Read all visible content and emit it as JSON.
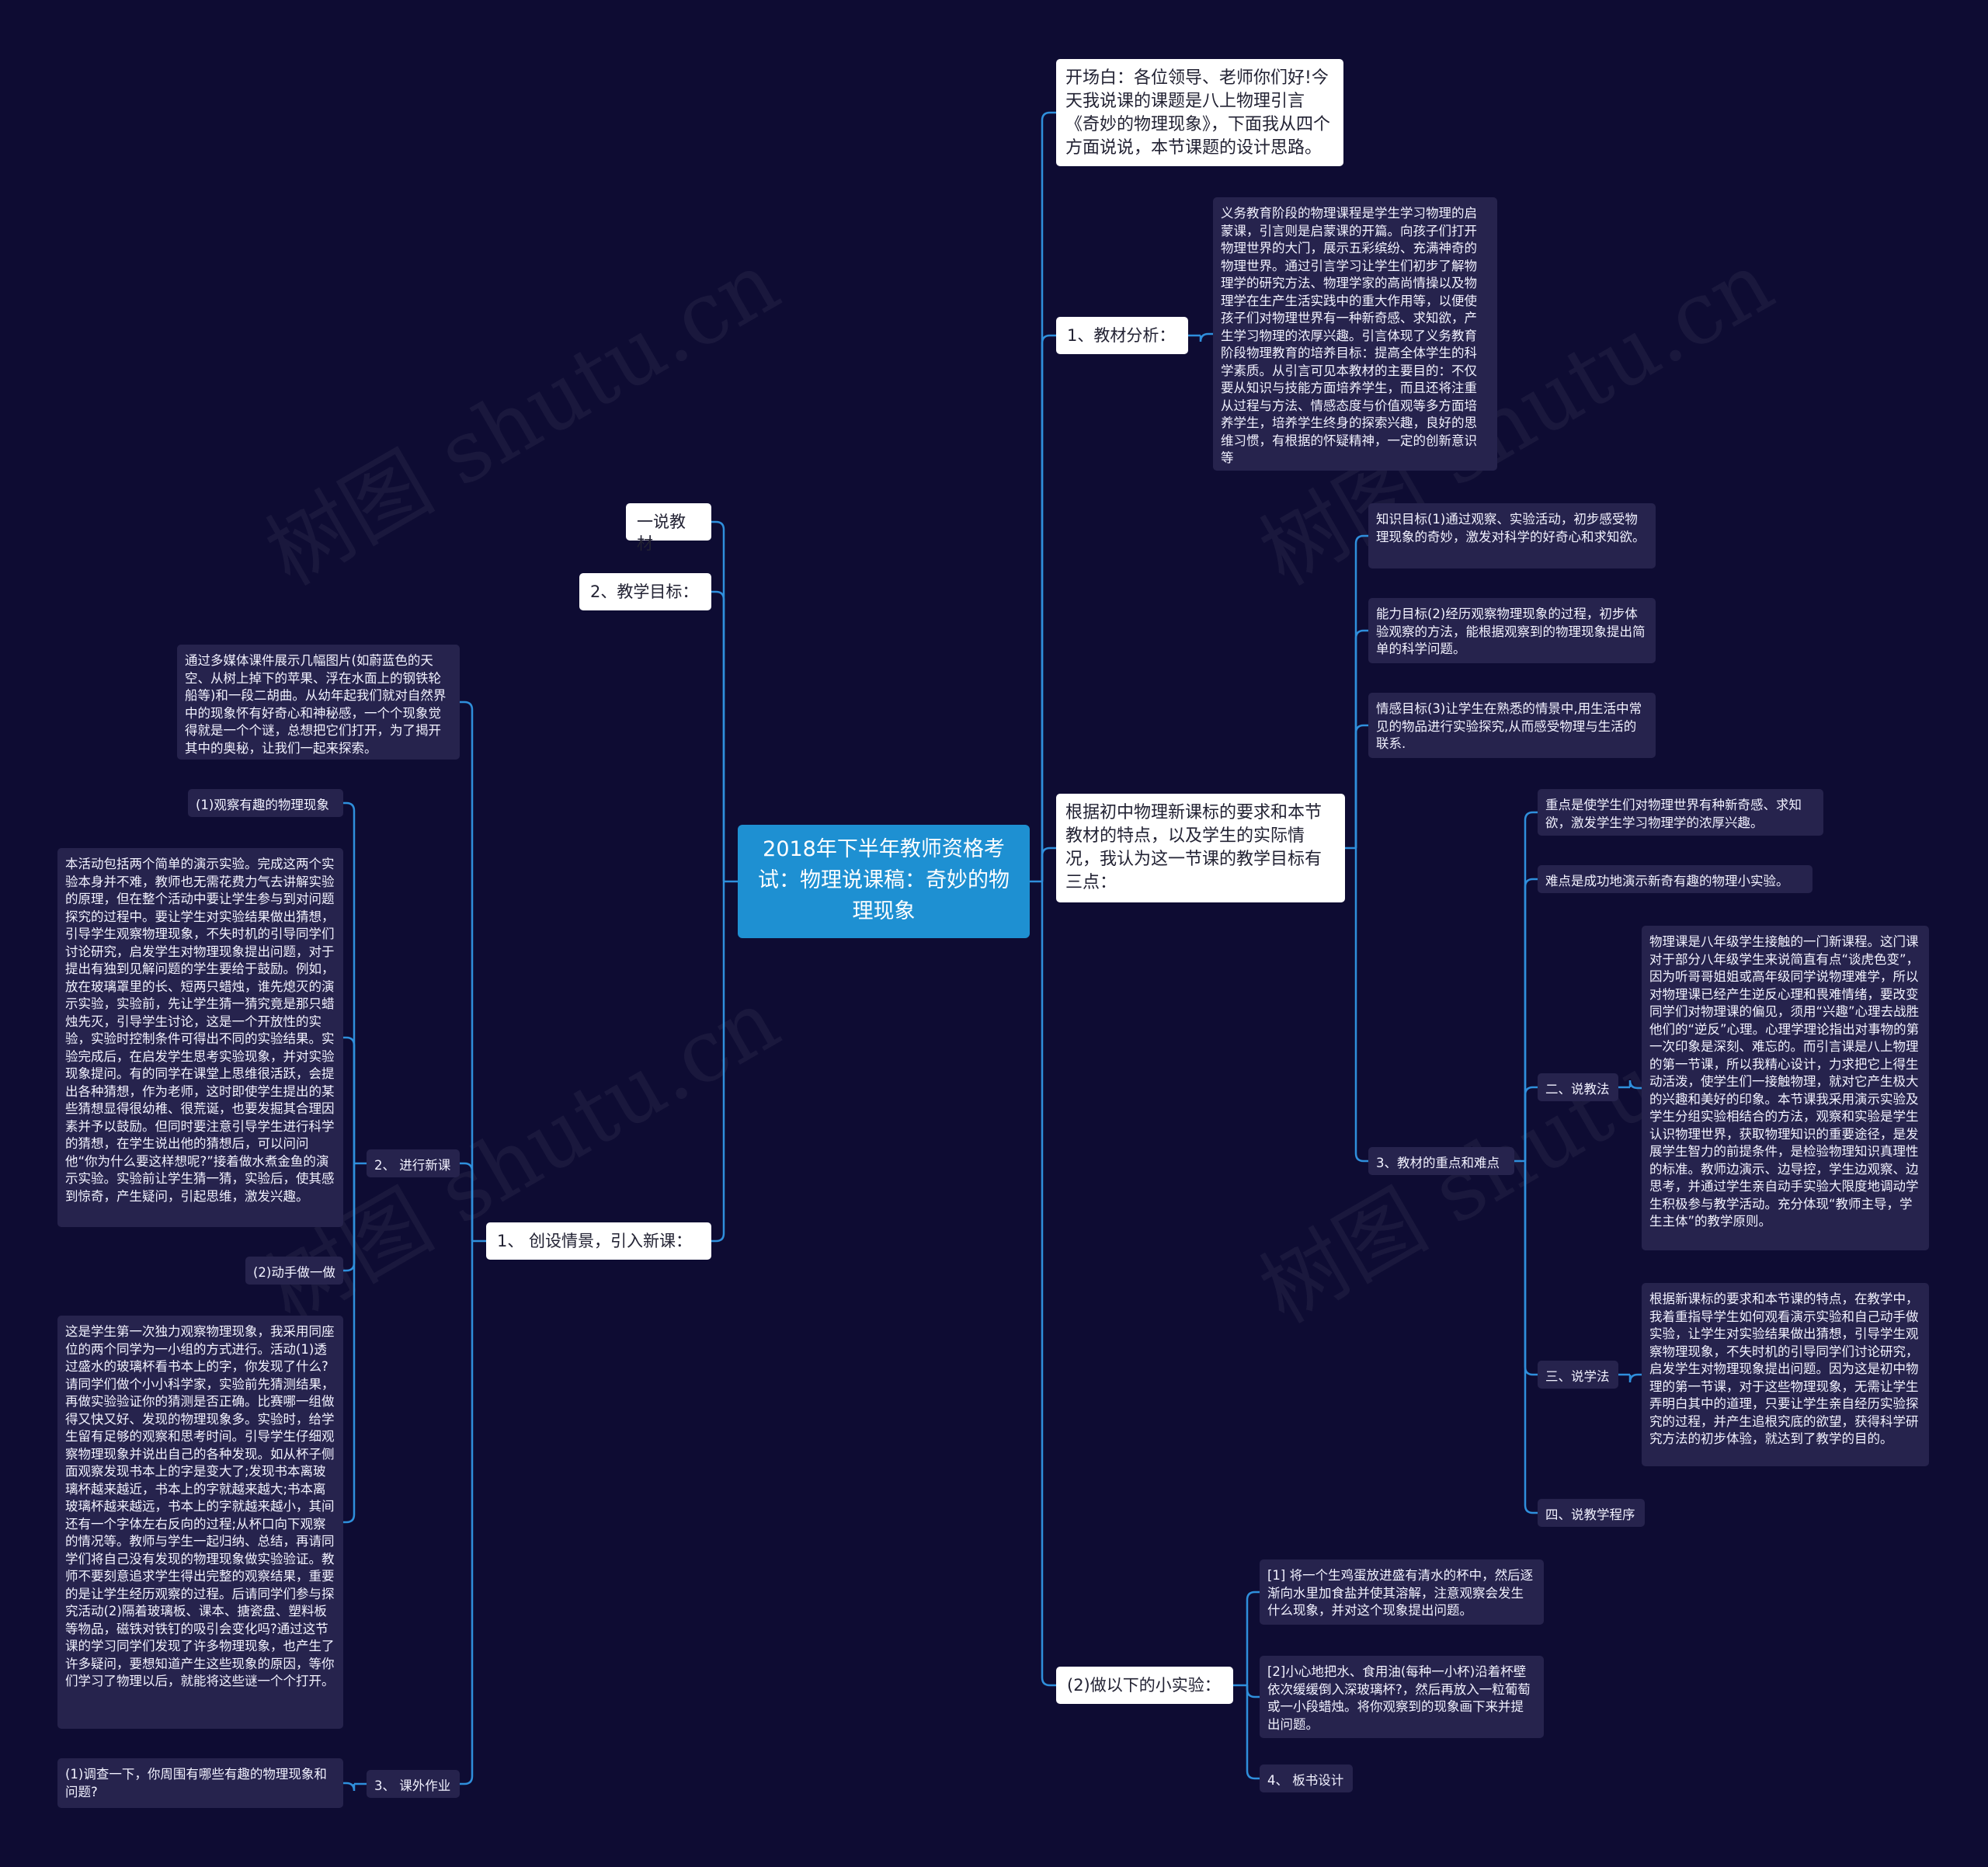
{
  "watermark": "树图 shutu.cn",
  "root": {
    "title": "2018年下半年教师资格考试：物理说课稿：奇妙的物理现象"
  },
  "right": {
    "opening": "开场白：各位领导、老师你们好!今天我说课的课题是八上物理引言《奇妙的物理现象》，下面我从四个方面说说，本节课题的设计思路。",
    "material_analysis": {
      "label": "1、教材分析：",
      "detail": "义务教育阶段的物理课程是学生学习物理的启蒙课，引言则是启蒙课的开篇。向孩子们打开物理世界的大门，展示五彩缤纷、充满神奇的物理世界。通过引言学习让学生们初步了解物理学的研究方法、物理学家的高尚情操以及物理学在生产生活实践中的重大作用等，以便使孩子们对物理世界有一种新奇感、求知欲，产生学习物理的浓厚兴趣。引言体现了义务教育阶段物理教育的培养目标：提高全体学生的科学素质。从引言可见本教材的主要目的：不仅要从知识与技能方面培养学生，而且还将注重从过程与方法、情感态度与价值观等多方面培养学生，培养学生终身的探索兴趣，良好的思维习惯，有根据的怀疑精神，一定的创新意识等"
    },
    "objectives": {
      "label": "根据初中物理新课标的要求和本节教材的特点，以及学生的实际情况，我认为这一节课的教学目标有三点：",
      "items": [
        "知识目标(1)通过观察、实验活动，初步感受物理现象的奇妙，激发对科学的好奇心和求知欲。",
        "能力目标(2)经历观察物理现象的过程，初步体验观察的方法，能根据观察到的物理现象提出简单的科学问题。",
        "情感目标(3)让学生在熟悉的情景中,用生活中常见的物品进行实验探究,从而感受物理与生活的联系."
      ],
      "key_points": {
        "label": "3、教材的重点和难点",
        "important": "重点是使学生们对物理世界有种新奇感、求知欲，激发学生学习物理学的浓厚兴趣。",
        "difficult": "难点是成功地演示新奇有趣的物理小实验。",
        "method_label": "二、说教法",
        "method_detail": "物理课是八年级学生接触的一门新课程。这门课对于部分八年级学生来说简直有点“谈虎色变”，因为听哥哥姐姐或高年级同学说物理难学，所以对物理课已经产生逆反心理和畏难情绪，要改变同学们对物理课的偏见，须用“兴趣”心理去战胜他们的“逆反”心理。心理学理论指出对事物的第一次印象是深刻、难忘的。而引言课是八上物理的第一节课，所以我精心设计，力求把它上得生动活泼，使学生们一接触物理，就对它产生极大的兴趣和美好的印象。本节课我采用演示实验及学生分组实验相结合的方法，观察和实验是学生认识物理世界，获取物理知识的重要途径，是发展学生智力的前提条件，是检验物理知识真理性的标准。教师边演示、边导控，学生边观察、边思考，并通过学生亲自动手实验大限度地调动学生积极参与教学活动。充分体现“教师主导，学生主体”的教学原则。",
        "study_label": "三、说学法",
        "study_detail": "根据新课标的要求和本节课的特点，在教学中，我着重指导学生如何观看演示实验和自己动手做实验，让学生对实验结果做出猜想，引导学生观察物理现象，不失时机的引导同学们讨论研究，启发学生对物理现象提出问题。因为这是初中物理的第一节课，对于这些物理现象，无需让学生弄明白其中的道理，只要让学生亲自经历实验探究的过程，并产生追根究底的欲望，获得科学研究方法的初步体验，就达到了教学的目的。",
        "procedure_label": "四、说教学程序"
      }
    },
    "experiments": {
      "label": "(2)做以下的小实验：",
      "items": [
        "[1] 将一个生鸡蛋放进盛有清水的杯中，然后逐渐向水里加食盐并使其溶解，注意观察会发生什么现象，并对这个现象提出问题。",
        "[2]小心地把水、食用油(每种一小杯)沿着杯壁依次缓缓倒入深玻璃杯?，然后再放入一粒葡萄或一小段蜡烛。将你观察到的现象画下来并提出问题。",
        "4、 板书设计"
      ]
    }
  },
  "left": {
    "material": "一说教材",
    "teaching_goal": "2、教学目标：",
    "scene": {
      "label": "1、 创设情景，引入新课：",
      "intro": "通过多媒体课件展示几幅图片(如蔚蓝色的天空、从树上掉下的苹果、浮在水面上的钢铁轮船等)和一段二胡曲。从幼年起我们就对自然界中的现象怀有好奇心和神秘感，一个个现象觉得就是一个个谜，总想把它们打开，为了揭开其中的奥秘，让我们一起来探索。",
      "new_lesson": {
        "label": "2、 进行新课",
        "observe_label": "(1)观察有趣的物理现象",
        "observe_detail": "本活动包括两个简单的演示实验。完成这两个实验本身并不难，教师也无需花费力气去讲解实验的原理，但在整个活动中要让学生参与到对问题探究的过程中。要让学生对实验结果做出猜想，引导学生观察物理现象，不失时机的引导同学们讨论研究，启发学生对物理现象提出问题，对于提出有独到见解问题的学生要给于鼓励。例如，放在玻璃罩里的长、短两只蜡烛，谁先熄灭的演示实验，实验前，先让学生猜一猜究竟是那只蜡烛先灭，引导学生讨论，这是一个开放性的实验，实验时控制条件可得出不同的实验结果。实验完成后，在启发学生思考实验现象，并对实验现象提问。有的同学在课堂上思维很活跃，会提出各种猜想，作为老师，这时即使学生提出的某些猜想显得很幼稚、很荒诞，也要发掘其合理因素并予以鼓励。但同时要注意引导学生进行科学的猜想，在学生说出他的猜想后，可以问问他“你为什么要这样想呢?”接着做水煮金鱼的演示实验。实验前让学生猜一猜，实验后，使其感到惊奇，产生疑问，引起思维，激发兴趣。",
        "handson_label": "(2)动手做一做",
        "handson_detail": "这是学生第一次独力观察物理现象，我采用同座位的两个同学为一小组的方式进行。活动(1)透过盛水的玻璃杯看书本上的字，你发现了什么?请同学们做个小小科学家，实验前先猜测结果，再做实验验证你的猜测是否正确。比赛哪一组做得又快又好、发现的物理现象多。实验时，给学生留有足够的观察和思考时间。引导学生仔细观察物理现象并说出自己的各种发现。如从杯子侧面观察发现书本上的字是变大了;发现书本离玻璃杯越来越近，书本上的字就越来越大;书本离玻璃杯越来越远，书本上的字就越来越小，其间还有一个字体左右反向的过程;从杯口向下观察的情况等。教师与学生一起归纳、总结，再请同学们将自己没有发现的物理现象做实验验证。教师不要刻意追求学生得出完整的观察结果，重要的是让学生经历观察的过程。后请同学们参与探究活动(2)隔着玻璃板、课本、搪瓷盘、塑料板等物品，磁铁对铁钉的吸引会变化吗?通过这节课的学习同学们发现了许多物理现象，也产生了许多疑问，要想知道产生这些现象的原因，等你们学习了物理以后，就能将这些谜一个个打开。"
      },
      "homework": {
        "label": "3、 课外作业",
        "detail": "(1)调查一下，你周围有哪些有趣的物理现象和问题?"
      }
    }
  },
  "colors": {
    "background": "#0e0c33",
    "root": "#1e90d2",
    "link": "#2f8fdc",
    "dark_node": "#26234d",
    "light_node": "#ffffff"
  }
}
